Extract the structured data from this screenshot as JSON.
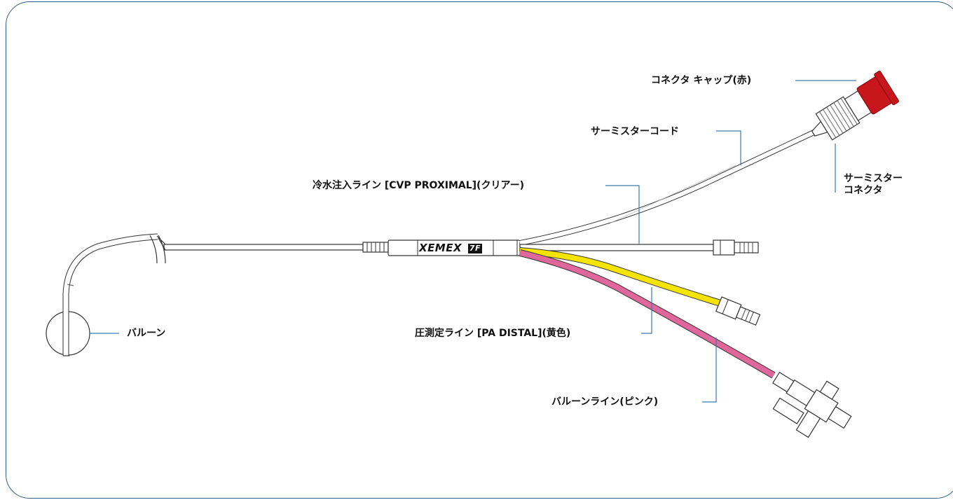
{
  "labels": {
    "connector_cap": "コネクタ キャップ(赤)",
    "thermistor_cord": "サーミスターコード",
    "thermistor_connector_line1": "サーミスター",
    "thermistor_connector_line2": "コネクタ",
    "cvp_line": "冷水注入ライン [CVP PROXIMAL](クリアー)",
    "balloon": "バルーン",
    "pa_line": "圧測定ライン [PA DISTAL](黄色)",
    "balloon_line": "バルーンライン(ピンク)"
  },
  "brand": {
    "name": "XEMEX",
    "size_badge": "7F"
  },
  "colors": {
    "frame": "#2f5f86",
    "leader": "#3a7ab0",
    "cap_red": "#c8161d",
    "yellow_line": "#f5e400",
    "pink_line": "#e0679a"
  }
}
